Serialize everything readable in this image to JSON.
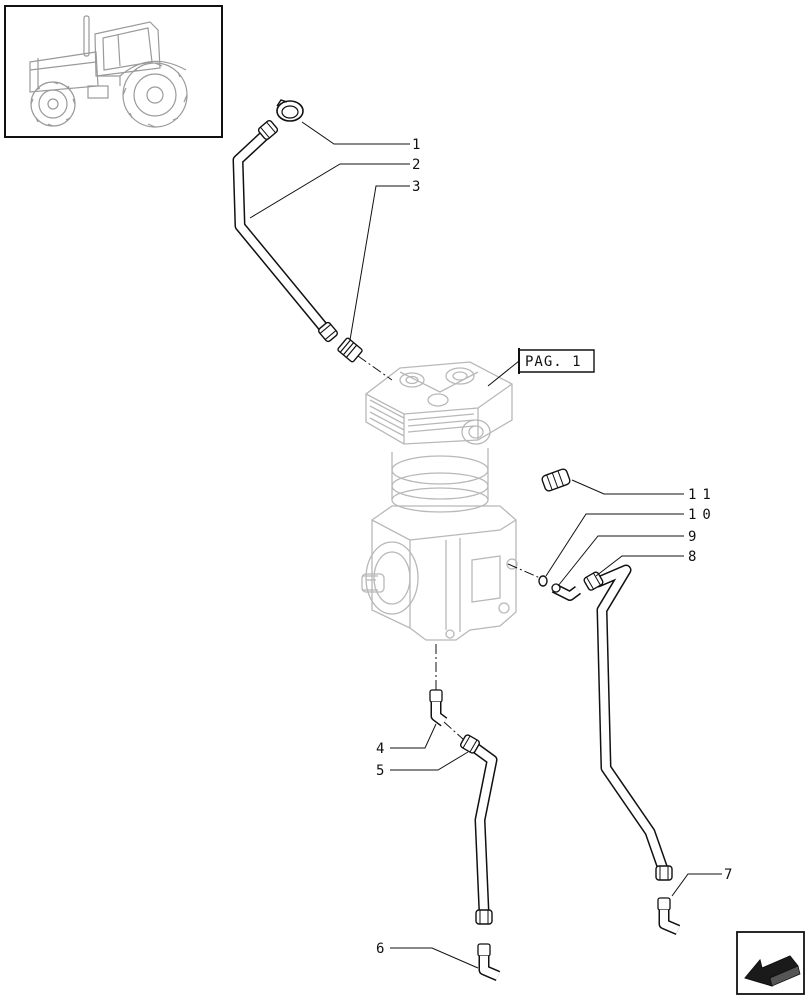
{
  "thumbnail": {
    "icon": "tractor-icon"
  },
  "page_reference": {
    "label": "PAG. 1"
  },
  "callouts": [
    {
      "number": "1",
      "part": "hose-clamp"
    },
    {
      "number": "2",
      "part": "oil-pipe-upper"
    },
    {
      "number": "3",
      "part": "fitting"
    },
    {
      "number": "4",
      "part": "elbow-fitting"
    },
    {
      "number": "5",
      "part": "oil-pipe-lower-left"
    },
    {
      "number": "6",
      "part": "elbow-fitting"
    },
    {
      "number": "7",
      "part": "elbow-fitting"
    },
    {
      "number": "8",
      "part": "oil-pipe-lower-right"
    },
    {
      "number": "9",
      "part": "elbow-fitting"
    },
    {
      "number": "10",
      "part": "seal-ring"
    },
    {
      "number": "11",
      "part": "union-fitting"
    }
  ],
  "navigation": {
    "icon": "next-page-arrow-icon"
  },
  "colors": {
    "line": "#111111",
    "phantom": "#b8b8b8",
    "pipe_fill": "#ffffff",
    "nav_fill": "#1a1a1a"
  }
}
